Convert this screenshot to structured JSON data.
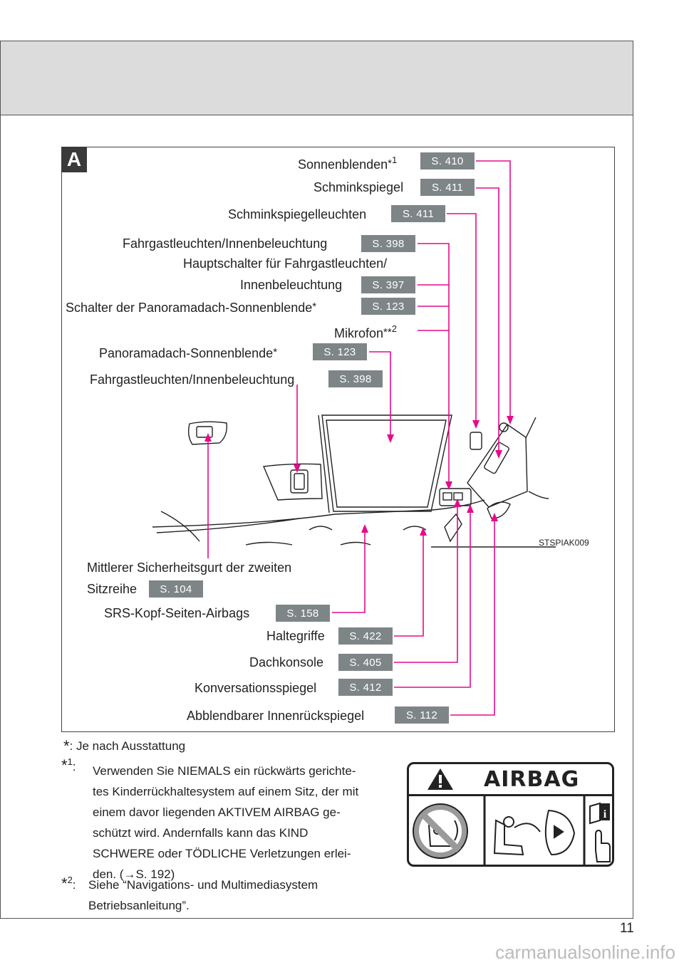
{
  "section_letter": "A",
  "image_code": "STSPIAK009",
  "callouts": [
    {
      "label": "Sonnenblenden",
      "star": "*",
      "sup": "1",
      "page": "S. 410"
    },
    {
      "label": "Schminkspiegel",
      "page": "S. 411"
    },
    {
      "label": "Schminkspiegelleuchten",
      "page": "S. 411"
    },
    {
      "label": "Fahrgastleuchten/Innenbeleuchtung",
      "page": "S. 398"
    },
    {
      "label_line1": "Hauptschalter für Fahrgastleuchten/",
      "label": "Innenbeleuchtung",
      "page": "S. 397"
    },
    {
      "label": "Schalter der Panoramadach-Sonnenblende",
      "star": "*",
      "page": "S. 123"
    },
    {
      "label": "Mikrofon",
      "star": "*",
      "star2": "*",
      "sup": "2"
    },
    {
      "label": "Panoramadach-Sonnenblende",
      "star": "*",
      "page": "S. 123"
    },
    {
      "label": "Fahrgastleuchten/Innenbeleuchtung",
      "page": "S. 398"
    },
    {
      "label_line1": "Mittlerer Sicherheitsgurt der zweiten",
      "label": "Sitzreihe",
      "page": "S. 104"
    },
    {
      "label": "SRS-Kopf-Seiten-Airbags",
      "page": "S. 158"
    },
    {
      "label": "Haltegriffe",
      "page": "S. 422"
    },
    {
      "label": "Dachkonsole",
      "page": "S. 405"
    },
    {
      "label": "Konversationsspiegel",
      "page": "S. 412"
    },
    {
      "label": "Abblendbarer Innenrückspiegel",
      "page": "S. 112"
    }
  ],
  "footnotes": {
    "star_mark": "*",
    "star_text": ": Je nach Ausstattung",
    "n1_mark": "1",
    "n1_colon": ":",
    "n1_lines": [
      "Verwenden Sie NIEMALS ein rückwärts gerichte-",
      "tes Kinderrückhaltesystem auf einem Sitz, der mit",
      "einem davor liegenden AKTIVEM AIRBAG ge-",
      "schützt wird. Andernfalls kann das KIND",
      "SCHWERE oder TÖDLICHE Verletzungen erlei-",
      "den. (→S. 192)"
    ],
    "n2_mark": "2",
    "n2_colon": ":",
    "n2_lines": [
      "Siehe “Navigations- und Multimediasystem",
      "Betriebsanleitung”."
    ]
  },
  "airbag_label": {
    "title": "AIRBAG",
    "warning_icon": "warning-triangle-icon"
  },
  "page_number": "11",
  "watermark": "carmanualsonline.info",
  "colors": {
    "leader_line": "#e60a8c",
    "badge": "#7e8587",
    "header_band": "#dcdcdc"
  }
}
